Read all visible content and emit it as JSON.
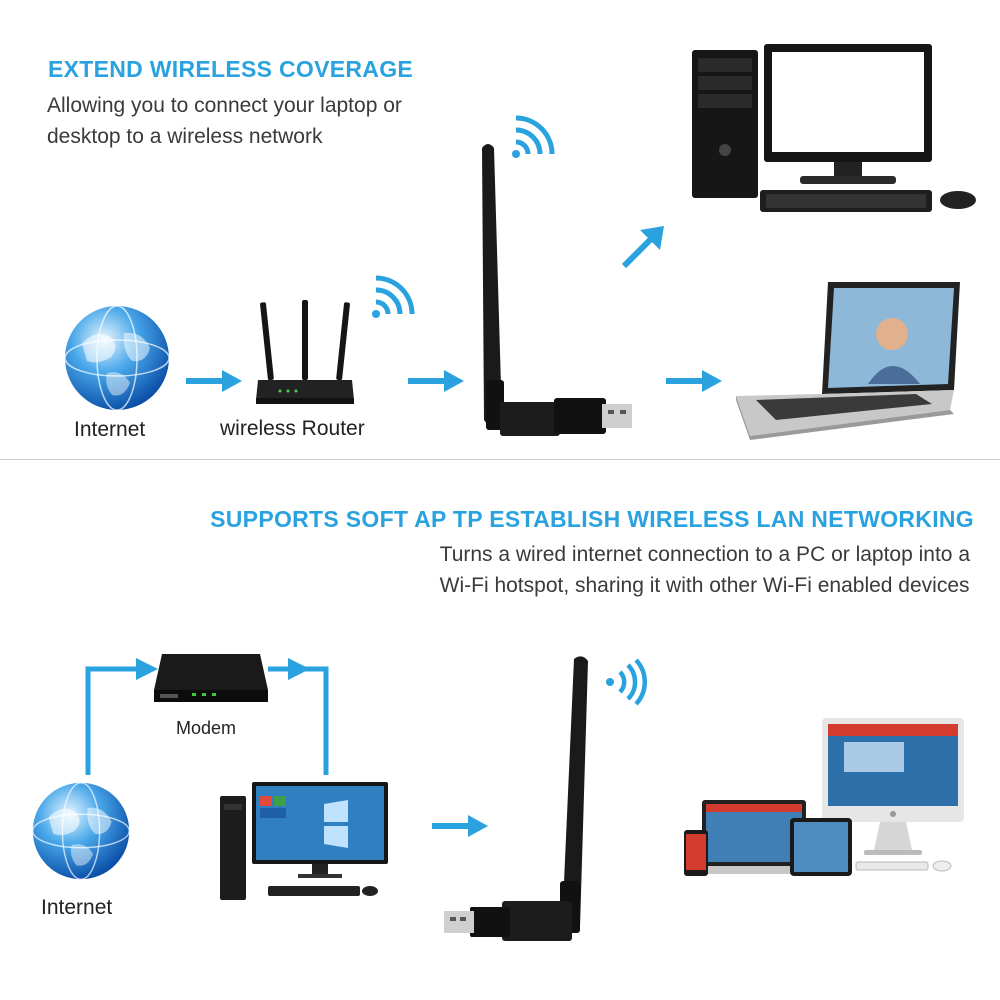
{
  "top": {
    "heading": "EXTEND WIRELESS COVERAGE",
    "desc_line1": "Allowing you to connect your laptop or",
    "desc_line2": "desktop to a wireless network",
    "labels": {
      "internet": "Internet",
      "router": "wireless Router"
    }
  },
  "bottom": {
    "heading": "SUPPORTS SOFT AP TP ESTABLISH WIRELESS LAN NETWORKING",
    "desc_line1": "Turns a wired internet connection to a PC or laptop into a",
    "desc_line2": "Wi-Fi hotspot, sharing it with other Wi-Fi enabled devices",
    "labels": {
      "modem": "Modem",
      "internet": "Internet"
    }
  },
  "colors": {
    "accent": "#2aa2e0",
    "device_black": "#151515",
    "screen_blue": "#2f7fc1"
  },
  "icons": [
    "globe-icon",
    "router-icon",
    "wifi-signal-icon",
    "usb-adapter-icon",
    "desktop-pc-icon",
    "laptop-icon",
    "modem-icon",
    "devices-group-icon",
    "arrow-icon"
  ]
}
